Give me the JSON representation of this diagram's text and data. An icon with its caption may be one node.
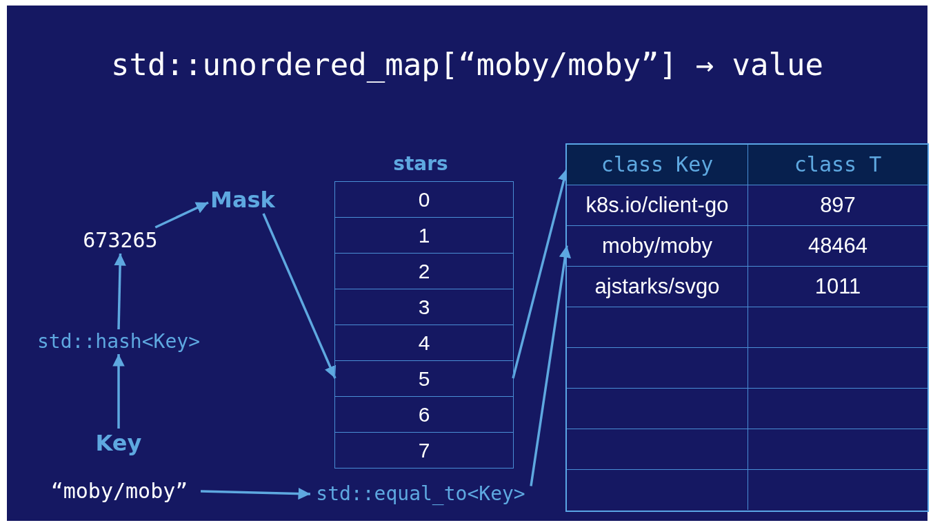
{
  "diagram": {
    "title": "std::unordered_map[“moby/moby”] → value",
    "nodes": [
      {
        "text": [
          "673265"
        ]
      },
      {
        "text": [
          "Mask"
        ]
      },
      {
        "text": [
          "std::hash<Key>"
        ]
      },
      {
        "text": [
          "Key"
        ]
      },
      {
        "text": [
          "“moby/moby”"
        ]
      },
      {
        "text": [
          "std::equal_to<Key>"
        ]
      },
      {
        "text": [
          "stars"
        ]
      },
      {
        "text": [
          "0"
        ],
        "in": 6
      },
      {
        "text": [
          "1"
        ],
        "in": 6
      },
      {
        "text": [
          "2"
        ],
        "in": 6
      },
      {
        "text": [
          "3"
        ],
        "in": 6
      },
      {
        "text": [
          "4"
        ],
        "in": 6
      },
      {
        "text": [
          "5"
        ],
        "in": 6
      },
      {
        "text": [
          "6"
        ],
        "in": 6
      },
      {
        "text": [
          "7"
        ],
        "in": 6
      },
      {
        "text": [],
        "shape": "box"
      },
      {
        "text": [
          "class Key",
          "class T"
        ],
        "in": 15
      },
      {
        "text": [
          "k8s.io/client-go",
          "897"
        ],
        "in": 15
      },
      {
        "text": [
          "moby/moby",
          "48464"
        ],
        "in": 15
      },
      {
        "text": [
          "ajstarks/svgo",
          "1011"
        ],
        "in": 15
      },
      {
        "text": [],
        "shape": "box",
        "in": 15
      },
      {
        "text": [],
        "shape": "box",
        "in": 15
      },
      {
        "text": [],
        "shape": "box",
        "in": 15
      },
      {
        "text": [],
        "shape": "box",
        "in": 15
      },
      {
        "text": [],
        "shape": "box",
        "in": 15
      }
    ],
    "edges": [
      {
        "from": 3,
        "to": 2,
        "arrow": "to"
      },
      {
        "from": 2,
        "to": 0,
        "arrow": "to"
      },
      {
        "from": 0,
        "to": 1,
        "arrow": "to"
      },
      {
        "from": 1,
        "to": 12,
        "arrow": "to"
      },
      {
        "from": 12,
        "to": 16,
        "arrow": "to"
      },
      {
        "from": 4,
        "to": 5,
        "arrow": "to"
      },
      {
        "from": 5,
        "to": 18,
        "arrow": "to"
      }
    ]
  }
}
